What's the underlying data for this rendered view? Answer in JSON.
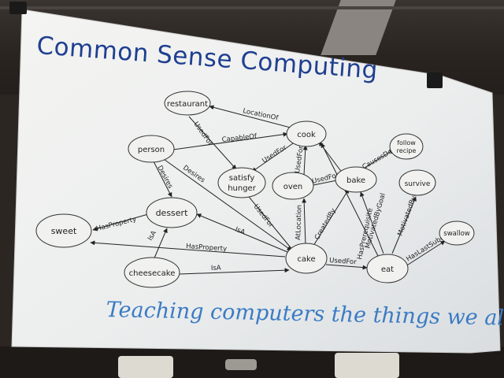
{
  "poster": {
    "title": "Common Sense Computing",
    "tagline": "Teaching computers the things we all kno"
  },
  "nodes": {
    "restaurant": "restaurant",
    "person": "person",
    "cook": "cook",
    "satisfy_hunger_1": "satisfy",
    "satisfy_hunger_2": "hunger",
    "oven": "oven",
    "bake": "bake",
    "follow_recipe_1": "follow",
    "follow_recipe_2": "recipe",
    "survive": "survive",
    "sweet": "sweet",
    "dessert": "dessert",
    "cheesecake": "cheesecake",
    "cake": "cake",
    "eat": "eat",
    "swallow": "swallow"
  },
  "edges": {
    "location_of": "LocationOf",
    "used_for_restaurant": "UsedFor",
    "capable_of": "CapableOf",
    "used_for_cook": "UsedFor",
    "used_for_oven_cook": "UsedFor",
    "used_for_oven_bake": "UsedFor",
    "causes_desire": "CausesDesire",
    "desires_dessert": "Desires",
    "desires_cake": "Desires",
    "has_property_dessert": "HasProperty",
    "isa_cheesecake_dessert": "IsA",
    "isa_cake_dessert": "IsA",
    "has_property_cake": "HasProperty",
    "isa_cheesecake_cake": "IsA",
    "used_for_cake_hunger": "UsedFor",
    "at_location": "AtLocation",
    "created_by": "CreatedBy",
    "has_prerequisite": "HasPrerequisite",
    "motivated_by_goal_bake": "MotivatedByGoal",
    "motivated_by_goal_survive": "MotivatedByGoal",
    "has_last_subevent": "HasLastSubevent",
    "used_for_cake_eat": "UsedFor"
  }
}
